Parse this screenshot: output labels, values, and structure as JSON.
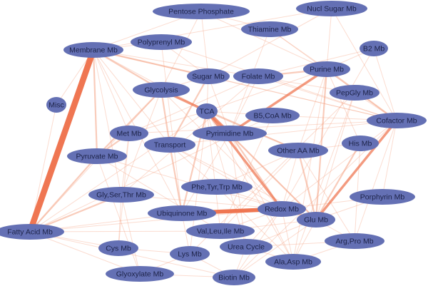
{
  "colors": {
    "node_fill": "#6470b4",
    "node_text": "#1d2348",
    "edge": "#f4a383",
    "edge_strong": "#ee6f49",
    "background": "#ffffff"
  },
  "nodes": [
    {
      "id": "pentose",
      "label": "Pentose Phosphate"
    },
    {
      "id": "nuclsugar",
      "label": "Nucl Sugar Mb"
    },
    {
      "id": "thiamine",
      "label": "Thiamine Mb"
    },
    {
      "id": "membrane",
      "label": "Membrane Mb"
    },
    {
      "id": "polyprenyl",
      "label": "Polyprenyl Mb"
    },
    {
      "id": "b2",
      "label": "B2 Mb"
    },
    {
      "id": "sugar",
      "label": "Sugar Mb"
    },
    {
      "id": "folate",
      "label": "Folate Mb"
    },
    {
      "id": "purine",
      "label": "Purine Mb"
    },
    {
      "id": "glycolysis",
      "label": "Glycolysis"
    },
    {
      "id": "pepgly",
      "label": "PepGly Mb"
    },
    {
      "id": "misc",
      "label": "Misc"
    },
    {
      "id": "tca",
      "label": "TCA"
    },
    {
      "id": "b5coa",
      "label": "B5,CoA Mb"
    },
    {
      "id": "cofactor",
      "label": "Cofactor Mb"
    },
    {
      "id": "metmb",
      "label": "Met Mb"
    },
    {
      "id": "pyrimidine",
      "label": "Pyrimidine Mb"
    },
    {
      "id": "hismb",
      "label": "His Mb"
    },
    {
      "id": "transport",
      "label": "Transport"
    },
    {
      "id": "otheraa",
      "label": "Other AA Mb"
    },
    {
      "id": "pyruvate",
      "label": "Pyruvate Mb"
    },
    {
      "id": "phetyrtrp",
      "label": "Phe,Tyr,Trp Mb"
    },
    {
      "id": "glysertrh",
      "label": "Gly,Ser,Thr Mb"
    },
    {
      "id": "porphyrin",
      "label": "Porphyrin Mb"
    },
    {
      "id": "redox",
      "label": "Redox Mb"
    },
    {
      "id": "ubiquinone",
      "label": "Ubiquinone Mb"
    },
    {
      "id": "glumb",
      "label": "Glu Mb"
    },
    {
      "id": "fattyacid",
      "label": "Fatty Acid Mb"
    },
    {
      "id": "valleuile",
      "label": "Val,Leu,Ile Mb"
    },
    {
      "id": "argpro",
      "label": "Arg,Pro Mb"
    },
    {
      "id": "cysmb",
      "label": "Cys Mb"
    },
    {
      "id": "ureacycle",
      "label": "Urea Cycle"
    },
    {
      "id": "lysmb",
      "label": "Lys Mb"
    },
    {
      "id": "alaasp",
      "label": "Ala,Asp Mb"
    },
    {
      "id": "glyoxylate",
      "label": "Glyoxylate Mb"
    },
    {
      "id": "biotin",
      "label": "Biotin Mb"
    }
  ],
  "edges": [
    [
      "membrane",
      "fattyacid",
      9
    ],
    [
      "ubiquinone",
      "redox",
      5
    ],
    [
      "tca",
      "pyrimidine",
      4
    ],
    [
      "glycolysis",
      "tca",
      3
    ],
    [
      "purine",
      "pyrimidine",
      3
    ],
    [
      "tca",
      "redox",
      3
    ],
    [
      "cofactor",
      "glumb",
      3
    ],
    [
      "membrane",
      "sugar",
      2
    ],
    [
      "membrane",
      "glycolysis",
      2
    ],
    [
      "membrane",
      "pyruvate",
      2
    ],
    [
      "glycolysis",
      "pyruvate",
      2
    ],
    [
      "glycolysis",
      "transport",
      2
    ],
    [
      "tca",
      "ubiquinone",
      2
    ],
    [
      "tca",
      "glumb",
      2
    ],
    [
      "tca",
      "otheraa",
      2
    ],
    [
      "sugar",
      "transport",
      2
    ],
    [
      "purine",
      "glumb",
      2
    ],
    [
      "purine",
      "cofactor",
      2
    ],
    [
      "folate",
      "purine",
      2
    ],
    [
      "hismb",
      "glumb",
      2
    ],
    [
      "otheraa",
      "glumb",
      2
    ],
    [
      "pyruvate",
      "fattyacid",
      2
    ],
    [
      "glysertrh",
      "fattyacid",
      2
    ],
    [
      "redox",
      "glumb",
      2
    ],
    [
      "pyrimidine",
      "redox",
      2
    ],
    [
      "transport",
      "ubiquinone",
      2
    ],
    [
      "metmb",
      "pyruvate",
      2
    ],
    [
      "pentose",
      "sugar",
      1
    ],
    [
      "pentose",
      "glycolysis",
      1
    ],
    [
      "pentose",
      "purine",
      1
    ],
    [
      "pentose",
      "membrane",
      1
    ],
    [
      "pentose",
      "thiamine",
      1
    ],
    [
      "nuclsugar",
      "sugar",
      1
    ],
    [
      "nuclsugar",
      "purine",
      1
    ],
    [
      "nuclsugar",
      "membrane",
      1
    ],
    [
      "nuclsugar",
      "cofactor",
      1
    ],
    [
      "thiamine",
      "cofactor",
      1
    ],
    [
      "thiamine",
      "purine",
      1
    ],
    [
      "thiamine",
      "pyrimidine",
      1
    ],
    [
      "membrane",
      "polyprenyl",
      1
    ],
    [
      "membrane",
      "transport",
      1
    ],
    [
      "membrane",
      "tca",
      1
    ],
    [
      "membrane",
      "metmb",
      1
    ],
    [
      "membrane",
      "cofactor",
      1
    ],
    [
      "membrane",
      "glysertrh",
      1
    ],
    [
      "membrane",
      "ubiquinone",
      1
    ],
    [
      "polyprenyl",
      "ubiquinone",
      1
    ],
    [
      "polyprenyl",
      "sugar",
      1
    ],
    [
      "polyprenyl",
      "cofactor",
      1
    ],
    [
      "b2",
      "cofactor",
      1
    ],
    [
      "b2",
      "purine",
      1
    ],
    [
      "b2",
      "folate",
      1
    ],
    [
      "b2",
      "redox",
      1
    ],
    [
      "sugar",
      "tca",
      1
    ],
    [
      "sugar",
      "pyrimidine",
      1
    ],
    [
      "sugar",
      "cofactor",
      1
    ],
    [
      "sugar",
      "glycolysis",
      1
    ],
    [
      "folate",
      "metmb",
      1
    ],
    [
      "folate",
      "glysertrh",
      1
    ],
    [
      "folate",
      "cofactor",
      1
    ],
    [
      "folate",
      "pyrimidine",
      1
    ],
    [
      "purine",
      "hismb",
      1
    ],
    [
      "purine",
      "otheraa",
      1
    ],
    [
      "purine",
      "tca",
      1
    ],
    [
      "purine",
      "alaasp",
      1
    ],
    [
      "glycolysis",
      "fattyacid",
      1
    ],
    [
      "glycolysis",
      "glysertrh",
      1
    ],
    [
      "glycolysis",
      "otheraa",
      1
    ],
    [
      "glycolysis",
      "redox",
      1
    ],
    [
      "pepgly",
      "cofactor",
      1
    ],
    [
      "pepgly",
      "glumb",
      1
    ],
    [
      "pepgly",
      "lysmb",
      1
    ],
    [
      "pepgly",
      "alaasp",
      1
    ],
    [
      "pepgly",
      "membrane",
      1
    ],
    [
      "misc",
      "fattyacid",
      1
    ],
    [
      "misc",
      "membrane",
      1
    ],
    [
      "tca",
      "alaasp",
      1
    ],
    [
      "tca",
      "b5coa",
      1
    ],
    [
      "tca",
      "fattyacid",
      1
    ],
    [
      "tca",
      "valleuile",
      1
    ],
    [
      "tca",
      "lysmb",
      1
    ],
    [
      "tca",
      "ureacycle",
      1
    ],
    [
      "b5coa",
      "cofactor",
      1
    ],
    [
      "b5coa",
      "valleuile",
      1
    ],
    [
      "b5coa",
      "fattyacid",
      1
    ],
    [
      "cofactor",
      "porphyrin",
      1
    ],
    [
      "cofactor",
      "redox",
      1
    ],
    [
      "cofactor",
      "argpro",
      1
    ],
    [
      "cofactor",
      "transport",
      1
    ],
    [
      "cofactor",
      "metmb",
      1
    ],
    [
      "cofactor",
      "biotin",
      1
    ],
    [
      "metmb",
      "cysmb",
      1
    ],
    [
      "metmb",
      "glysertrh",
      1
    ],
    [
      "metmb",
      "tca",
      1
    ],
    [
      "pyrimidine",
      "glumb",
      1
    ],
    [
      "pyrimidine",
      "alaasp",
      1
    ],
    [
      "pyrimidine",
      "ubiquinone",
      1
    ],
    [
      "pyrimidine",
      "ureacycle",
      1
    ],
    [
      "hismb",
      "otheraa",
      1
    ],
    [
      "hismb",
      "argpro",
      1
    ],
    [
      "transport",
      "glumb",
      1
    ],
    [
      "transport",
      "redox",
      1
    ],
    [
      "transport",
      "phetyrtrp",
      1
    ],
    [
      "otheraa",
      "redox",
      1
    ],
    [
      "otheraa",
      "argpro",
      1
    ],
    [
      "otheraa",
      "phetyrtrp",
      1
    ],
    [
      "otheraa",
      "valleuile",
      1
    ],
    [
      "pyruvate",
      "glyoxylate",
      1
    ],
    [
      "pyruvate",
      "valleuile",
      1
    ],
    [
      "pyruvate",
      "redox",
      1
    ],
    [
      "phetyrtrp",
      "glumb",
      1
    ],
    [
      "phetyrtrp",
      "alaasp",
      1
    ],
    [
      "glysertrh",
      "cysmb",
      1
    ],
    [
      "glysertrh",
      "glyoxylate",
      1
    ],
    [
      "glysertrh",
      "redox",
      1
    ],
    [
      "porphyrin",
      "glumb",
      1
    ],
    [
      "porphyrin",
      "redox",
      1
    ],
    [
      "redox",
      "alaasp",
      1
    ],
    [
      "redox",
      "ureacycle",
      1
    ],
    [
      "redox",
      "valleuile",
      1
    ],
    [
      "redox",
      "fattyacid",
      1
    ],
    [
      "ubiquinone",
      "fattyacid",
      1
    ],
    [
      "ubiquinone",
      "lysmb",
      1
    ],
    [
      "glumb",
      "argpro",
      1
    ],
    [
      "glumb",
      "alaasp",
      1
    ],
    [
      "glumb",
      "ureacycle",
      1
    ],
    [
      "glumb",
      "valleuile",
      1
    ],
    [
      "glumb",
      "biotin",
      1
    ],
    [
      "fattyacid",
      "biotin",
      1
    ],
    [
      "fattyacid",
      "cysmb",
      1
    ],
    [
      "fattyacid",
      "glyoxylate",
      1
    ],
    [
      "fattyacid",
      "valleuile",
      1
    ],
    [
      "valleuile",
      "ureacycle",
      1
    ],
    [
      "argpro",
      "ureacycle",
      1
    ],
    [
      "argpro",
      "alaasp",
      1
    ],
    [
      "cysmb",
      "lysmb",
      1
    ],
    [
      "ureacycle",
      "alaasp",
      1
    ],
    [
      "ureacycle",
      "biotin",
      1
    ],
    [
      "lysmb",
      "biotin",
      1
    ],
    [
      "lysmb",
      "glyoxylate",
      1
    ],
    [
      "biotin",
      "glyoxylate",
      1
    ],
    [
      "biotin",
      "redox",
      1
    ]
  ]
}
